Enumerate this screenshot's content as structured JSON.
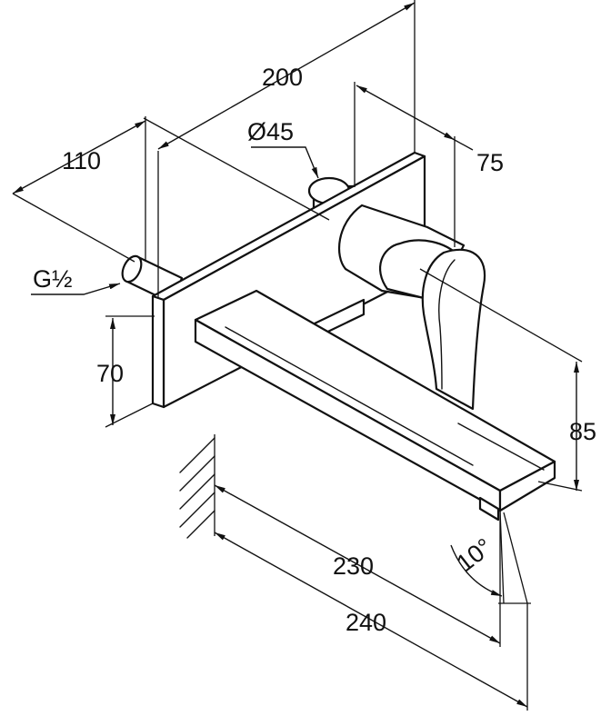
{
  "dimensions": {
    "width_200": "200",
    "depth_75": "75",
    "diameter_45": "Ø45",
    "offset_110": "110",
    "thread": "G½",
    "height_70": "70",
    "height_85": "85",
    "spout_230": "230",
    "spout_240": "240",
    "angle_10": "10°"
  }
}
